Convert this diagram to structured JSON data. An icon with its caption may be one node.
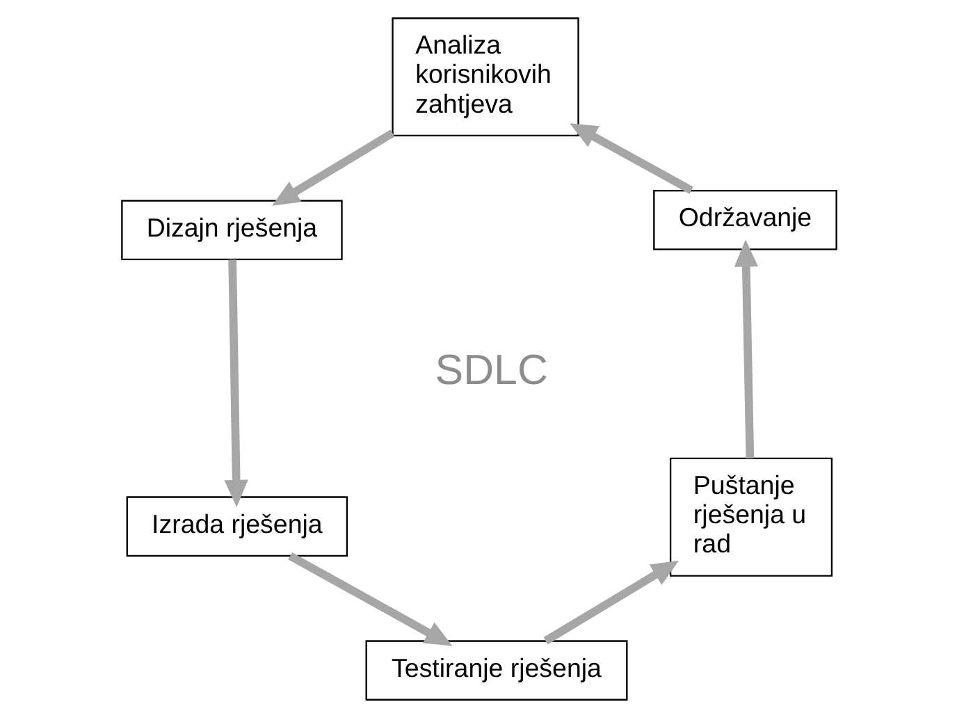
{
  "diagram": {
    "nodes": [
      {
        "text": [
          "Izrada rješenja"
        ]
      },
      {
        "text": [
          "Dizajn rješenja"
        ]
      },
      {
        "text": [
          "Testiranje rješenja"
        ]
      },
      {
        "text": [
          "Analiza korisnikovih zahtjeva"
        ]
      },
      {
        "text": [
          "Puštanje rješenja u rad"
        ]
      },
      {
        "text": [
          "Održavanje"
        ]
      }
    ],
    "edges": [
      {
        "from": 3,
        "to": 1,
        "arrow": "to"
      },
      {
        "from": 1,
        "to": 0,
        "arrow": "to"
      },
      {
        "from": 0,
        "to": 2,
        "arrow": "to"
      },
      {
        "from": 2,
        "to": 4,
        "arrow": "to"
      },
      {
        "from": 4,
        "to": 5,
        "arrow": "to"
      },
      {
        "from": 5,
        "to": 3,
        "arrow": "to"
      }
    ],
    "labels": [
      "SDLC"
    ]
  }
}
